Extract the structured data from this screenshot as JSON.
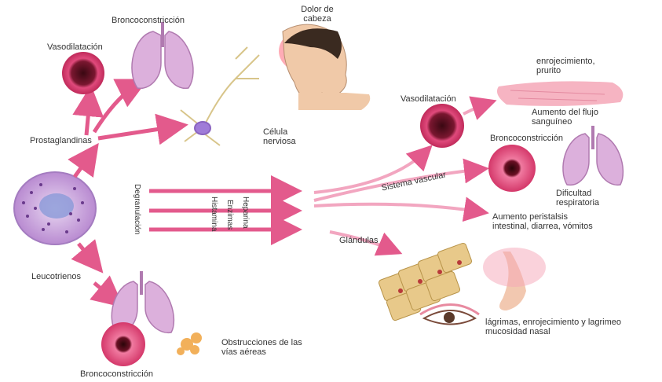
{
  "labels": {
    "vasodilatacion_top": "Vasodilatación",
    "bronco_top": "Broncoconstricción",
    "dolor_cabeza": "Dolor de cabeza",
    "celula_nerviosa": "Célula nerviosa",
    "prostaglandinas": "Prostaglandinas",
    "leucotrienos": "Leucotrienos",
    "bronco_bottom": "Broncoconstricción",
    "obstrucciones": "Obstrucciones de las vías aéreas",
    "degranulacion": "Degranulación",
    "histamina_cols": [
      "Histamina",
      "Enzimas",
      "Heparina"
    ],
    "vasodilatacion_right": "Vasodilatación",
    "sistema_vascular": "Sistema vascular",
    "enrojecimiento": "enrojecimiento, prurito",
    "aumento_flujo": "Aumento del flujo sanguíneo",
    "bronco_right": "Broncoconstricción",
    "dificultad": "Dificultad respiratoria",
    "aumento_peristalsis": "Aumento peristalsis intestinal, diarrea, vómitos",
    "glandulas": "Glándulas",
    "lagrimeo": "lágrimas, enrojecimiento y lagrimeo mucosidad nasal"
  },
  "colors": {
    "arrow": "#e35a8c",
    "arrow_light": "#f2a6c0",
    "vessel_outer": "#d9336b",
    "vessel_inner": "#5a0f1f",
    "lung": "#d9a8d8",
    "mast_cell": "#c9a4dc",
    "skin": "#f4a4b6"
  }
}
